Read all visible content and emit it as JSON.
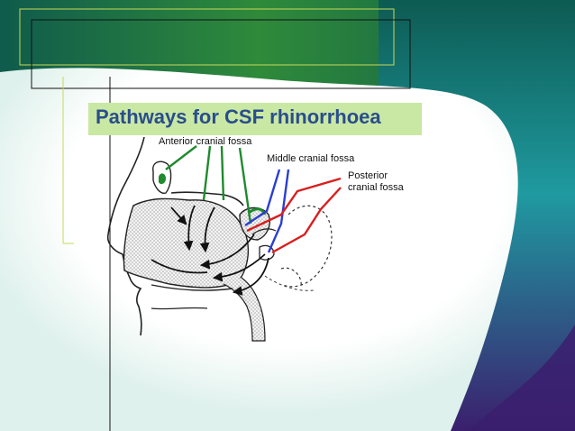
{
  "slide": {
    "title": "Pathways for CSF rhinorrhoea",
    "labels": {
      "anterior": "Anterior cranial fossa",
      "middle": "Middle cranial fossa",
      "posterior_line1": "Posterior",
      "posterior_line2": "cranial fossa"
    }
  },
  "colors": {
    "background_dark": "#0e5a4a",
    "background_green": "#2f8a3a",
    "background_purple": "#3b1f6e",
    "panel": "#ffffff",
    "title_strip": "#c9e8a4",
    "title_text": "#2a4d8c",
    "anterior_pathway": "#1f8a2e",
    "middle_pathway": "#2a3fd0",
    "posterior_pathway": "#d81e1e",
    "drainage_arrows": "#111111"
  }
}
